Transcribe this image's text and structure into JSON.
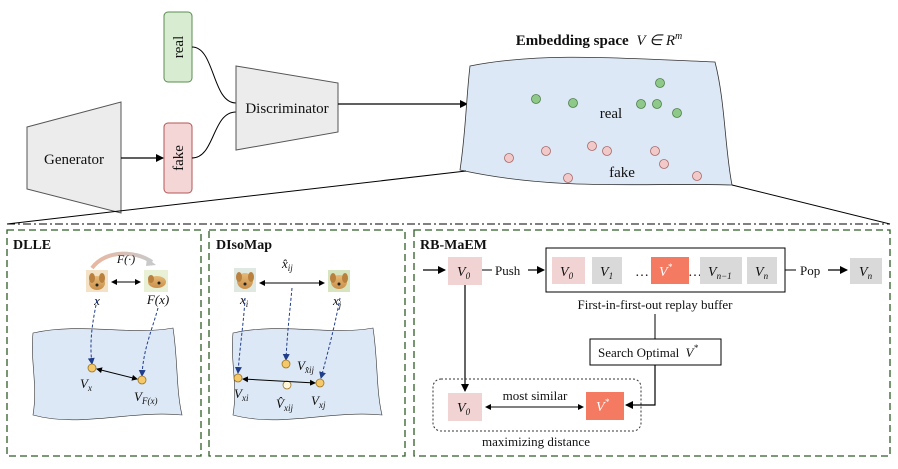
{
  "top": {
    "generator_label": "Generator",
    "real_label": "real",
    "fake_label": "fake",
    "discriminator_label": "Discriminator",
    "embedding_title": "Embedding space",
    "embedding_math": "V ∈ R",
    "embedding_sup": "m",
    "cluster_real": "real",
    "cluster_fake": "fake",
    "real_color": "#8fc98a",
    "fake_color": "#f2c9c9"
  },
  "dlle": {
    "title": "DLLE",
    "func": "F(·)",
    "x": "x",
    "fx": "F(x)",
    "vx": "V",
    "vx_sub": "x",
    "vfx": "V",
    "vfx_sub": "F(x)"
  },
  "disomap": {
    "title": "DIsoMap",
    "xhat": "x̂",
    "xhat_sub": "ij",
    "xi": "x",
    "xi_sub": "i",
    "xj": "x",
    "xj_sub": "j",
    "vxhat": "V",
    "vxhat_sub": "x̂ij",
    "vxi": "V",
    "vxi_sub": "xi",
    "vhat": "V̂",
    "vhat_sub": "xij",
    "vxj": "V",
    "vxj_sub": "xj"
  },
  "rbmaem": {
    "title": "RB-MaEM",
    "v0": "V",
    "v0_sub": "0",
    "push": "Push",
    "pop": "Pop",
    "buffer": [
      {
        "main": "V",
        "sub": "0",
        "kind": "pink"
      },
      {
        "main": "V",
        "sub": "1",
        "kind": "gray"
      },
      {
        "main": "…",
        "sub": "",
        "kind": "none"
      },
      {
        "main": "V",
        "sup": "*",
        "kind": "red"
      },
      {
        "main": "…",
        "sub": "",
        "kind": "none"
      },
      {
        "main": "V",
        "sub": "n−1",
        "kind": "gray"
      },
      {
        "main": "V",
        "sub": "n",
        "kind": "gray"
      }
    ],
    "vn": "V",
    "vn_sub": "n",
    "buffer_caption": "First-in-first-out replay buffer",
    "search": "Search Optimal",
    "search_math": "V",
    "search_sup": "*",
    "most_similar": "most similar",
    "vstar": "V",
    "vstar_sup": "*",
    "maximizing": "maximizing distance",
    "pink": "#f2d3d3",
    "gray": "#d9d9d9",
    "red": "#f47a62"
  }
}
